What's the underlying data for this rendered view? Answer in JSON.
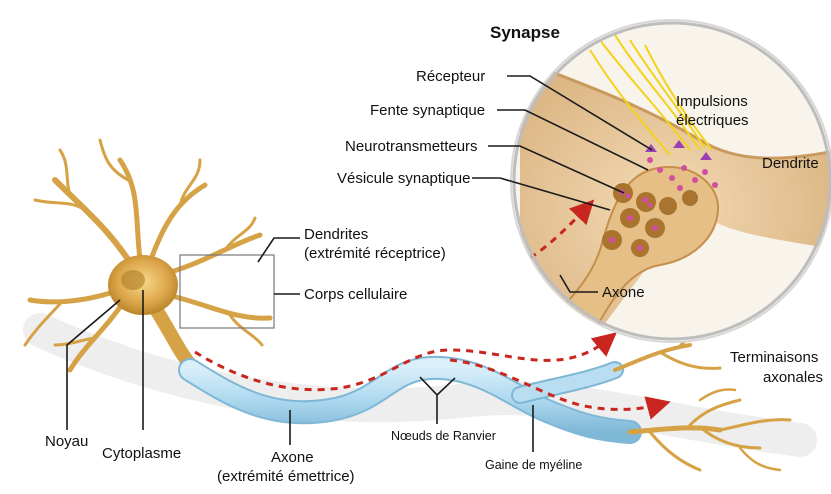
{
  "synapse": {
    "title": "Synapse",
    "recepteur": "Récepteur",
    "fente": "Fente synaptique",
    "neurotransmetteurs": "Neurotransmetteurs",
    "vesicule": "Vésicule synaptique",
    "impulsions_l1": "Impulsions",
    "impulsions_l2": "électriques",
    "dendrite": "Dendrite",
    "axone": "Axone"
  },
  "neuron": {
    "dendrites_l1": "Dendrites",
    "dendrites_l2": "(extrémité réceptrice)",
    "corps": "Corps cellulaire",
    "noyau": "Noyau",
    "cytoplasme": "Cytoplasme",
    "axone_l1": "Axone",
    "axone_l2": "(extrémité émettrice)",
    "noeuds": "Nœuds de Ranvier",
    "gaine": "Gaine de myéline",
    "terminaisons_l1": "Terminaisons",
    "terminaisons_l2": "axonales"
  },
  "colors": {
    "cell_body": "#d9a544",
    "cell_dark": "#b07a22",
    "myelin": "#a9d6ee",
    "myelin_edge": "#6fa9c9",
    "impulse_arrow": "#c8261e",
    "synapse_bg": "#e9c79a",
    "vesicle": "#a8742e",
    "transmitter": "#d04fa0",
    "impulse_lines": "#f4d21a"
  }
}
